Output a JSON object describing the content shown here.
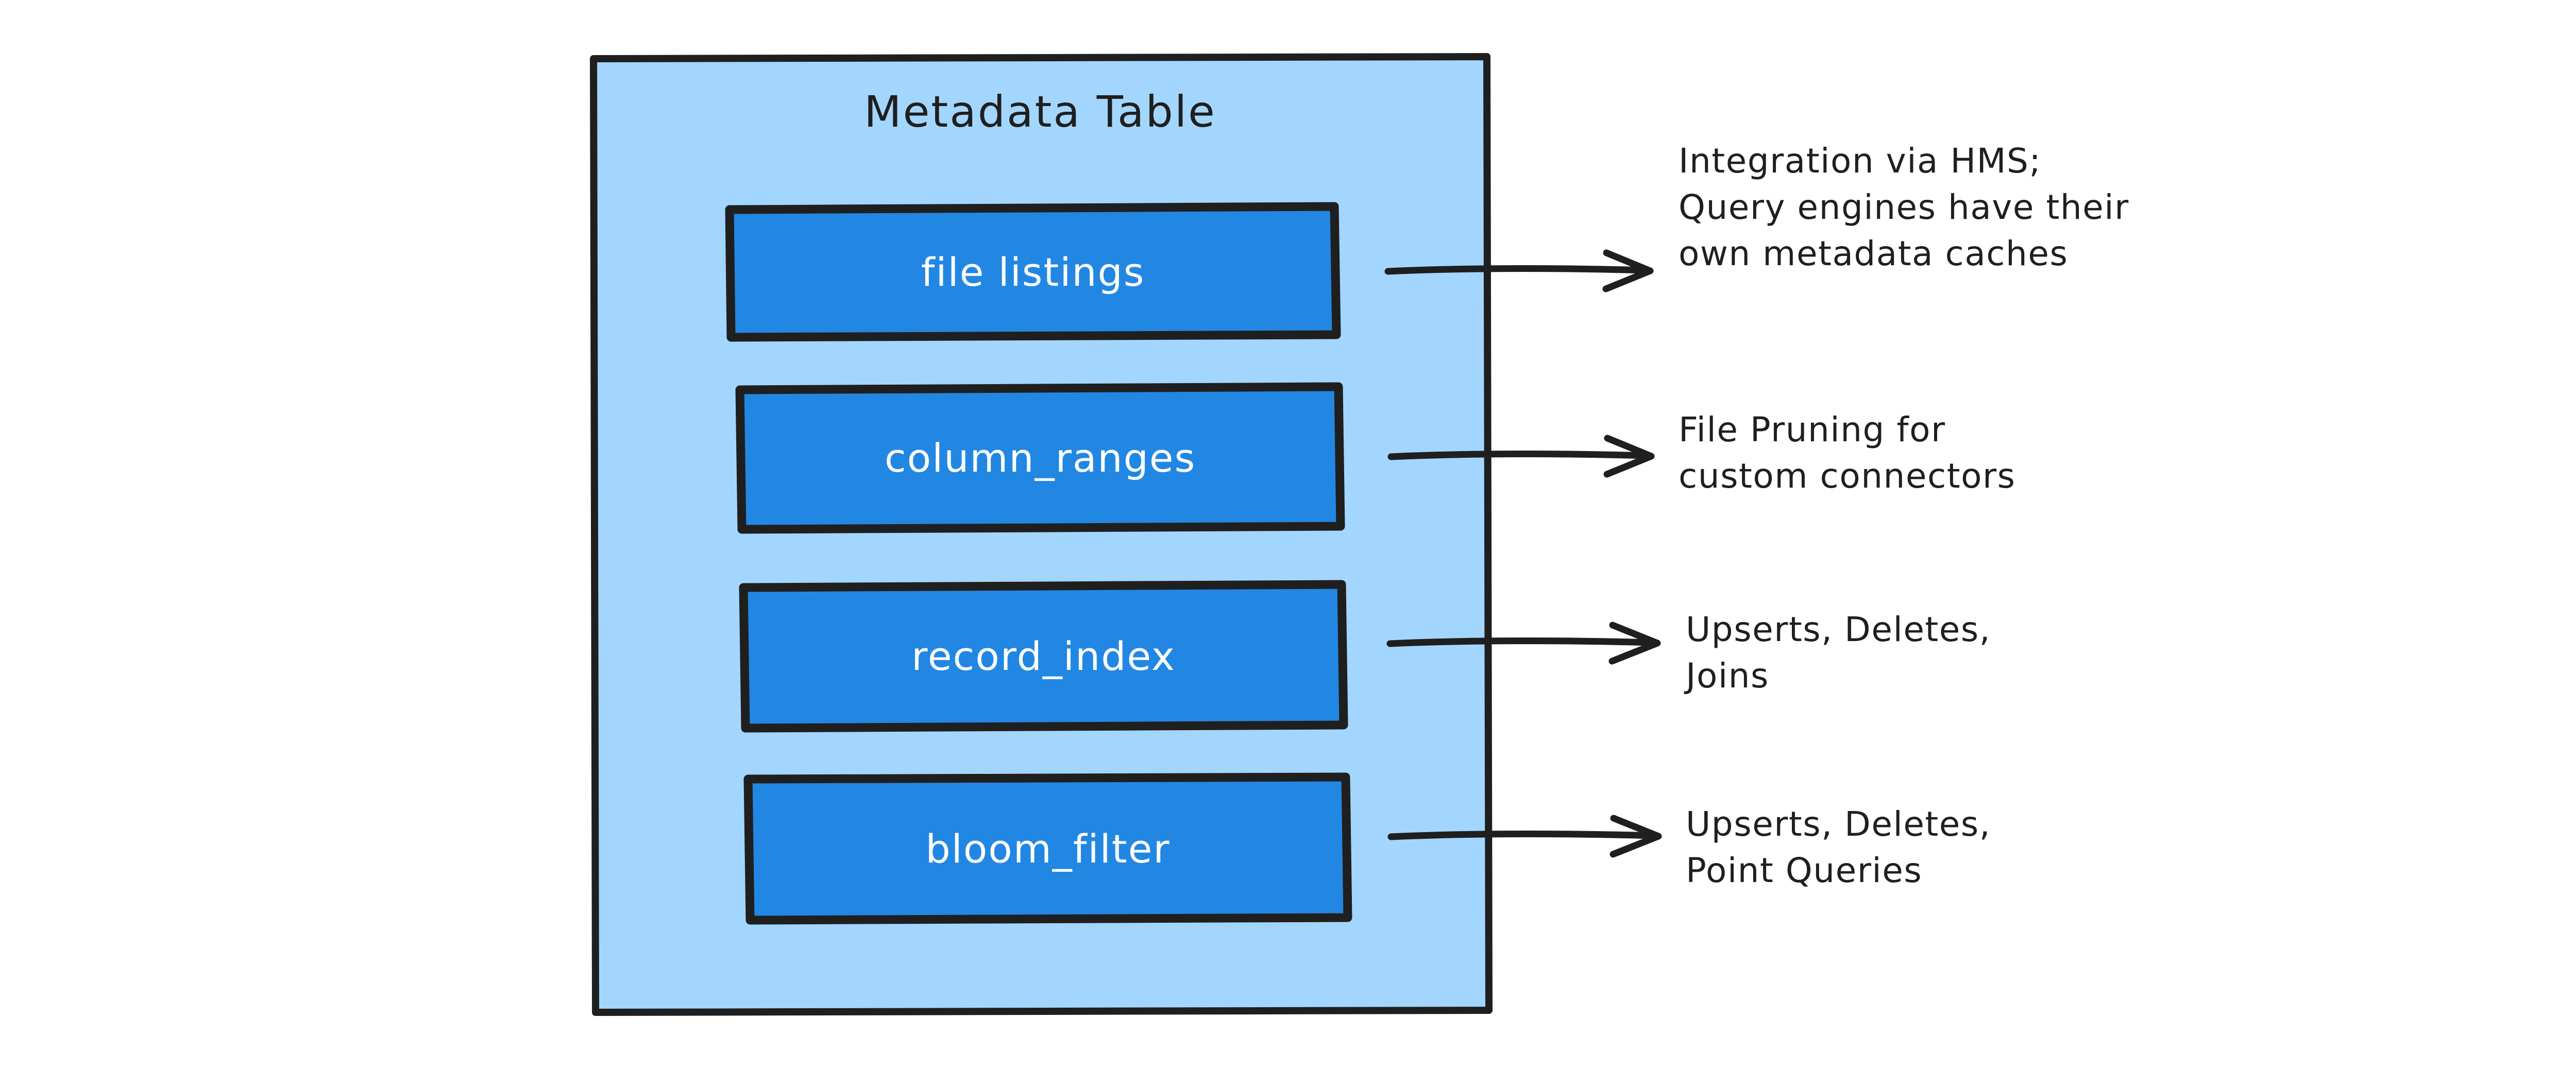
{
  "diagram": {
    "type": "annotated-block-diagram",
    "background_color": "#ffffff",
    "panel": {
      "title": "Metadata Table",
      "fill_color": "#A3D6FE",
      "stroke_color": "#1f1f1f"
    },
    "block_fill_color": "#2287E3",
    "block_text_color": "#ffffff",
    "annotation_text_color": "#1f1f1f",
    "rows": [
      {
        "block_label": "file listings",
        "annotation_lines": [
          "Integration via HMS;",
          "Query engines have their",
          "own metadata caches"
        ]
      },
      {
        "block_label": "column_ranges",
        "annotation_lines": [
          "File Pruning for",
          "custom connectors"
        ]
      },
      {
        "block_label": "record_index",
        "annotation_lines": [
          "Upserts, Deletes,",
          "Joins"
        ]
      },
      {
        "block_label": "bloom_filter",
        "annotation_lines": [
          "Upserts, Deletes,",
          "Point Queries"
        ]
      }
    ]
  }
}
